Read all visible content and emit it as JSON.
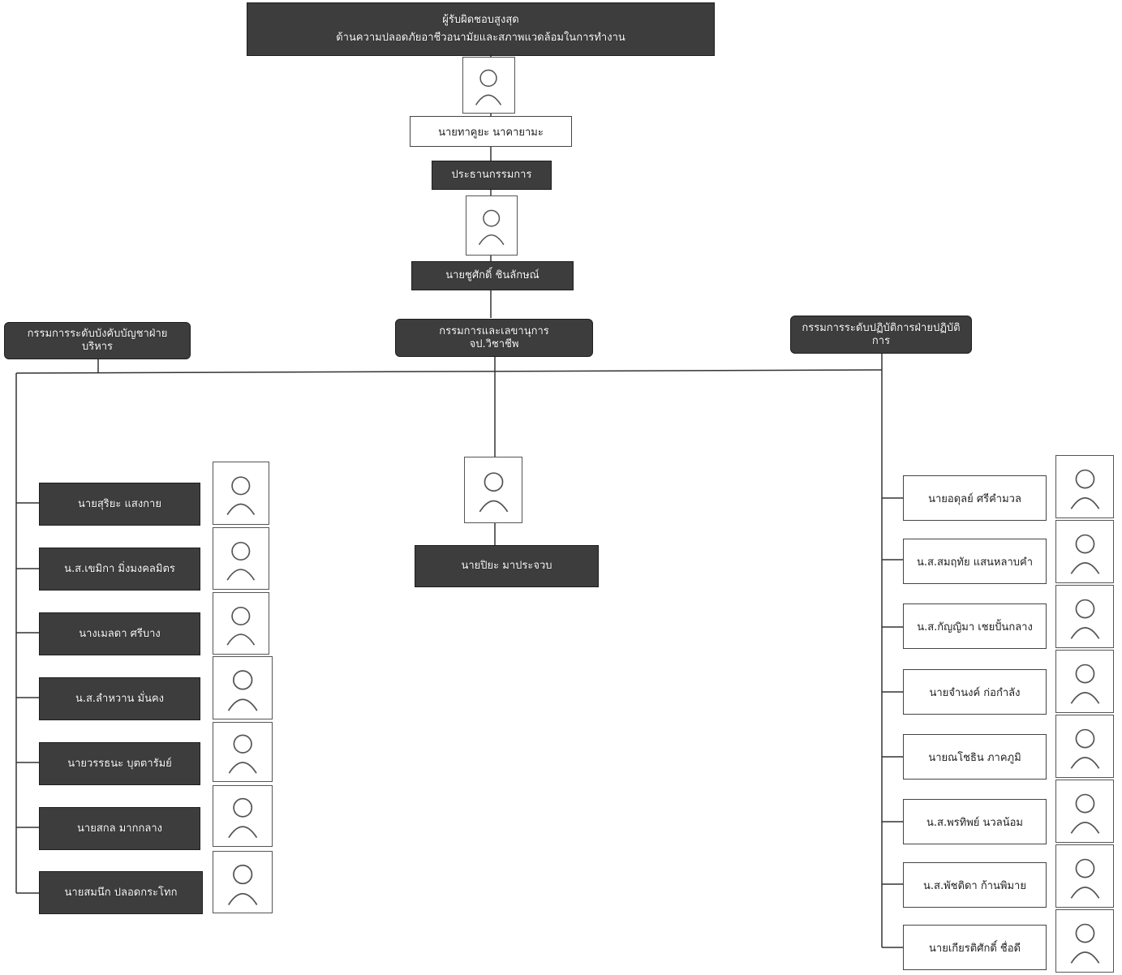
{
  "top": {
    "title_line1": "ผู้รับผิดชอบสูงสุด",
    "title_line2": "ด้านความปลอดภัยอาชีวอนามัยและสภาพแวดล้อมในการทำงาน",
    "person": "นายทาคูยะ นาคายามะ"
  },
  "chair": {
    "role": "ประธานกรรมการ",
    "person": "นายชูศักดิ์ ชินลักษณ์"
  },
  "branches": {
    "left_heading": "กรรมการระดับบังคับบัญชาฝ่ายบริหาร",
    "center_heading": "กรรมการและเลขานุการ จป.วิชาชีพ",
    "right_heading": "กรรมการระดับปฏิบัติการฝ่ายปฏิบัติการ"
  },
  "center_member": "นายปิยะ มาประจวบ",
  "left_members": [
    "นายสุริยะ แสงกาย",
    "น.ส.เขมิกา มิ่งมงคลมิตร",
    "นางเมลดา ศรีบาง",
    "น.ส.ลำหวาน มั่นคง",
    "นายวรรธนะ บุตตารัมย์",
    "นายสกล มากกลาง",
    "นายสมนึก ปลอดกระโทก"
  ],
  "right_members": [
    "นายอดุลย์ ศรีคำมวล",
    "น.ส.สมฤทัย แสนหลาบคำ",
    "น.ส.กัญญิมา เชยปั้นกลาง",
    "นายจำนงค์ ก่อกำลัง",
    "นายณโชธิน ภาคภูมิ",
    "น.ส.พรทิพย์ นวลน้อม",
    "น.ส.พัชติดา ก้านพิมาย",
    "นายเกียรติศักดิ์ ชื่อดี"
  ]
}
